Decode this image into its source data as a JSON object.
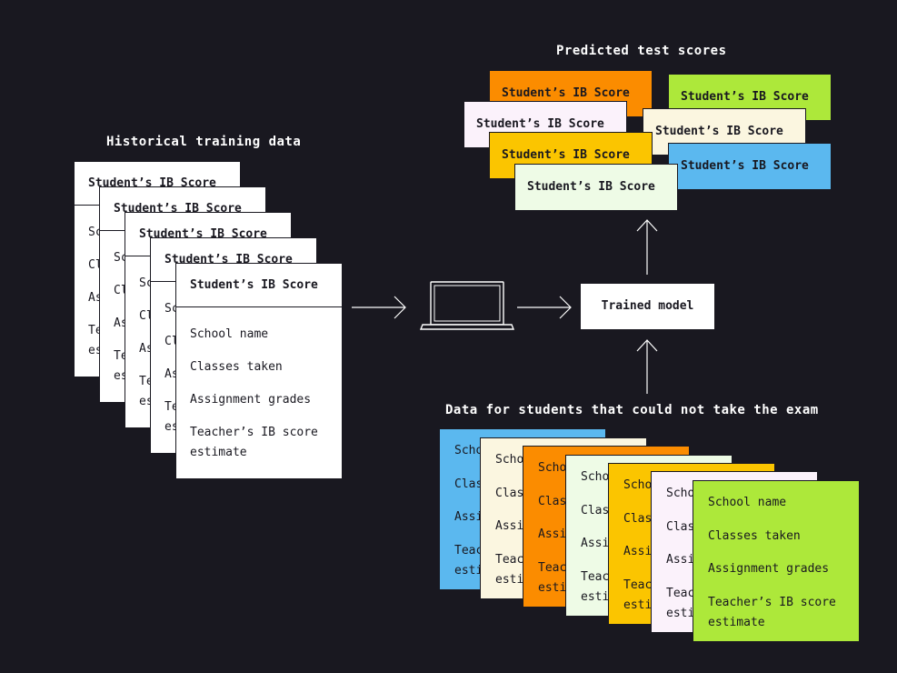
{
  "headings": {
    "historical": "Historical training data",
    "predicted": "Predicted test scores",
    "no_exam": "Data for students that could not take the exam"
  },
  "training_card": {
    "title": "Student’s IB Score",
    "fields": [
      "School name",
      "Classes taken",
      "Assignment grades",
      "Teacher’s IB score estimate"
    ]
  },
  "model": {
    "label": "Trained model"
  },
  "scores": {
    "label": "Student’s IB Score"
  },
  "student_fields": [
    "School name",
    "Classes taken",
    "Assignment grades",
    "Teacher’s IB score estimate"
  ],
  "colors": {
    "background": "#191820",
    "blue": "#5bb8ef",
    "cream": "#fbf6e0",
    "orange": "#fb8c00",
    "mint": "#eefbe6",
    "yellow": "#fbc500",
    "lavender": "#fbf2fb",
    "green": "#ade83a",
    "white": "#ffffff"
  },
  "icons": [
    "arrow-right-icon",
    "laptop-icon",
    "arrow-up-icon"
  ]
}
